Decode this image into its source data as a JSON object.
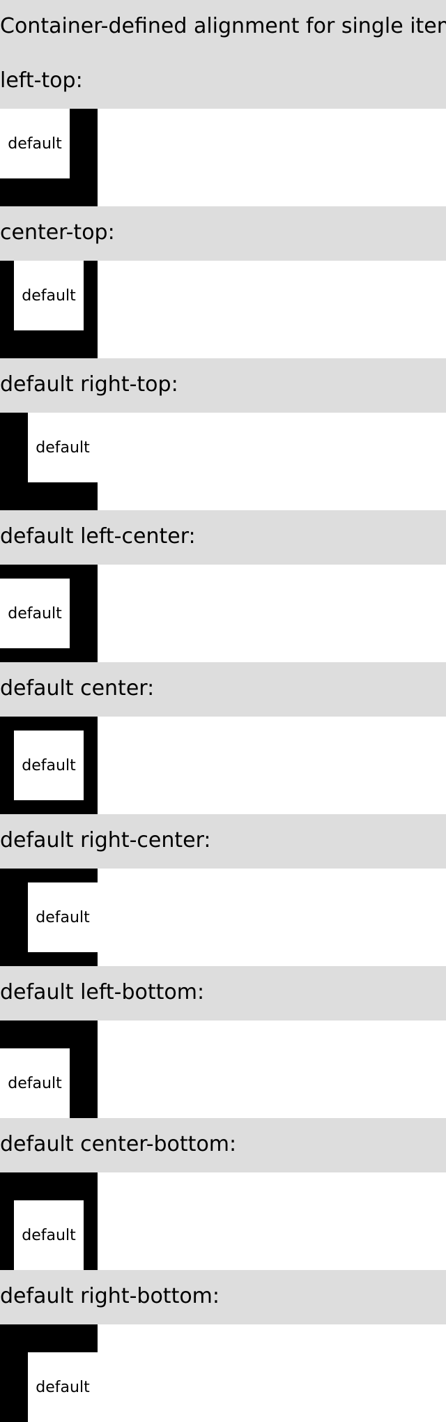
{
  "title": "Container-defined alignment for single item",
  "colors": {
    "label_band": "#dddddd",
    "container": "#000000",
    "item": "#ffffff"
  },
  "sections": [
    {
      "label": "left-top:",
      "item_label": "default"
    },
    {
      "label": "center-top:",
      "item_label": "default"
    },
    {
      "label": "default right-top:",
      "item_label": "default"
    },
    {
      "label": "default left-center:",
      "item_label": "default"
    },
    {
      "label": "default center:",
      "item_label": "default"
    },
    {
      "label": "default right-center:",
      "item_label": "default"
    },
    {
      "label": "default left-bottom:",
      "item_label": "default"
    },
    {
      "label": "default center-bottom:",
      "item_label": "default"
    },
    {
      "label": "default right-bottom:",
      "item_label": "default"
    }
  ]
}
